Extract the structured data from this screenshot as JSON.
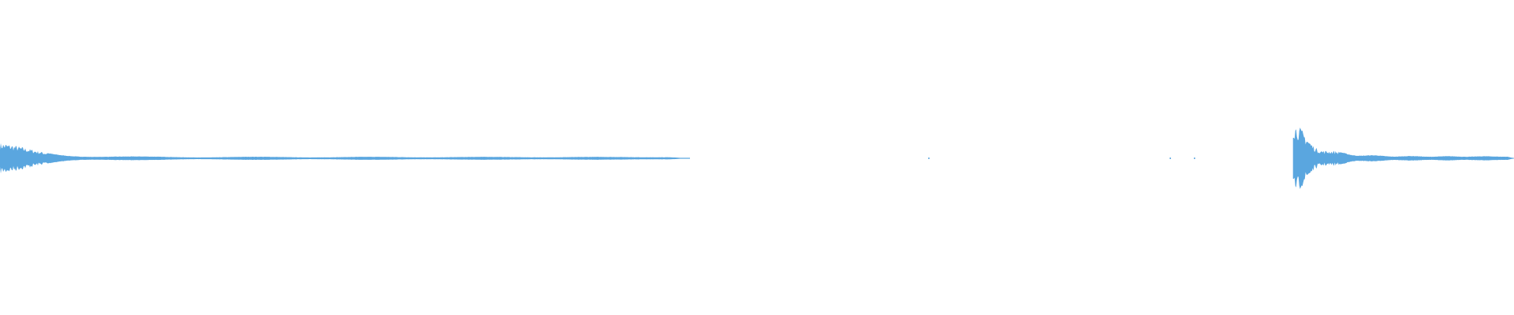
{
  "waveform": {
    "color": "#5aa6df",
    "background": "#ffffff",
    "duration": 100,
    "events": [
      {
        "name": "onset-1",
        "start": 0.0,
        "end": 45.6,
        "peak_amplitude": 0.1,
        "baseline_amplitude": 0.008,
        "decay": 1.4,
        "wobble": 0.35
      },
      {
        "name": "onset-2",
        "start": 85.4,
        "end": 100.0,
        "peak_amplitude": 0.22,
        "baseline_amplitude": 0.012,
        "decay": 0.9,
        "wobble": 0.25
      }
    ],
    "blips": [
      {
        "t": 61.35,
        "amplitude": 0.004
      },
      {
        "t": 77.3,
        "amplitude": 0.004
      },
      {
        "t": 78.9,
        "amplitude": 0.004
      }
    ]
  }
}
